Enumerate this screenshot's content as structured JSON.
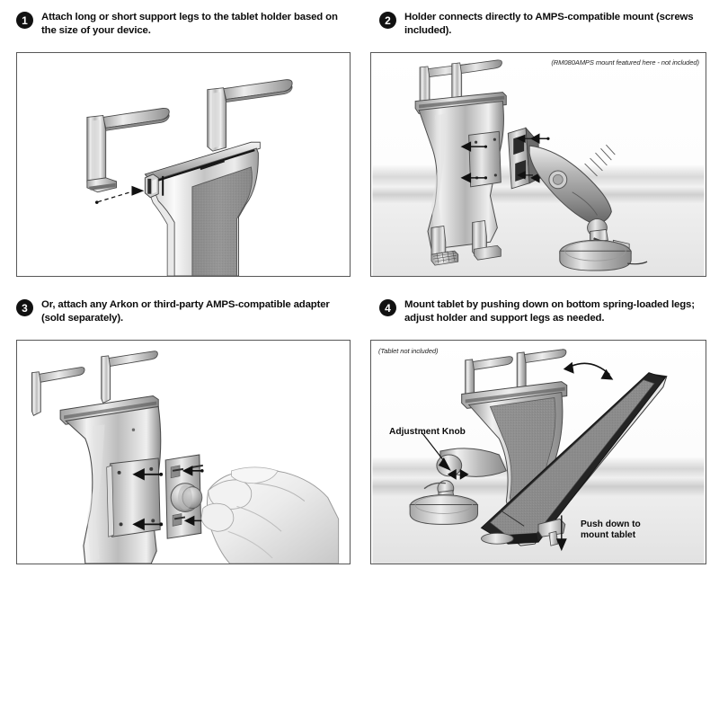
{
  "document": {
    "title": "Tablet Holder Installation Instructions",
    "background_color": "#ffffff",
    "panel_border_color": "#575757",
    "badge_color": "#111111"
  },
  "steps": [
    {
      "number": "1",
      "text": "Attach long or short support legs to the tablet holder based on the size of your device.",
      "panel": {
        "caption": "",
        "illustration": "tablet-holder-with-support-legs-exploded"
      }
    },
    {
      "number": "2",
      "text": "Holder connects directly to AMPS-compatible mount (screws included).",
      "panel": {
        "caption": "(RM080AMPS mount featured here - not included)",
        "illustration": "holder-back-connecting-to-amps-suction-mount"
      }
    },
    {
      "number": "3",
      "text": "Or, attach any Arkon or third-party AMPS-compatible adapter (sold separately).",
      "panel": {
        "caption": "",
        "illustration": "hand-attaching-amps-adapter-plate-to-holder-back"
      }
    },
    {
      "number": "4",
      "text": "Mount tablet by pushing down on bottom spring-loaded legs; adjust holder and support legs as needed.",
      "panel": {
        "caption": "(Tablet not included)",
        "illustration": "tablet-mounted-on-holder-with-suction-mount",
        "annotations": [
          {
            "label": "Adjustment Knob",
            "name": "adjustment-knob-label"
          },
          {
            "label_line_1": "Push down to",
            "label_line_2": "mount tablet",
            "name": "push-down-label"
          }
        ]
      }
    }
  ]
}
